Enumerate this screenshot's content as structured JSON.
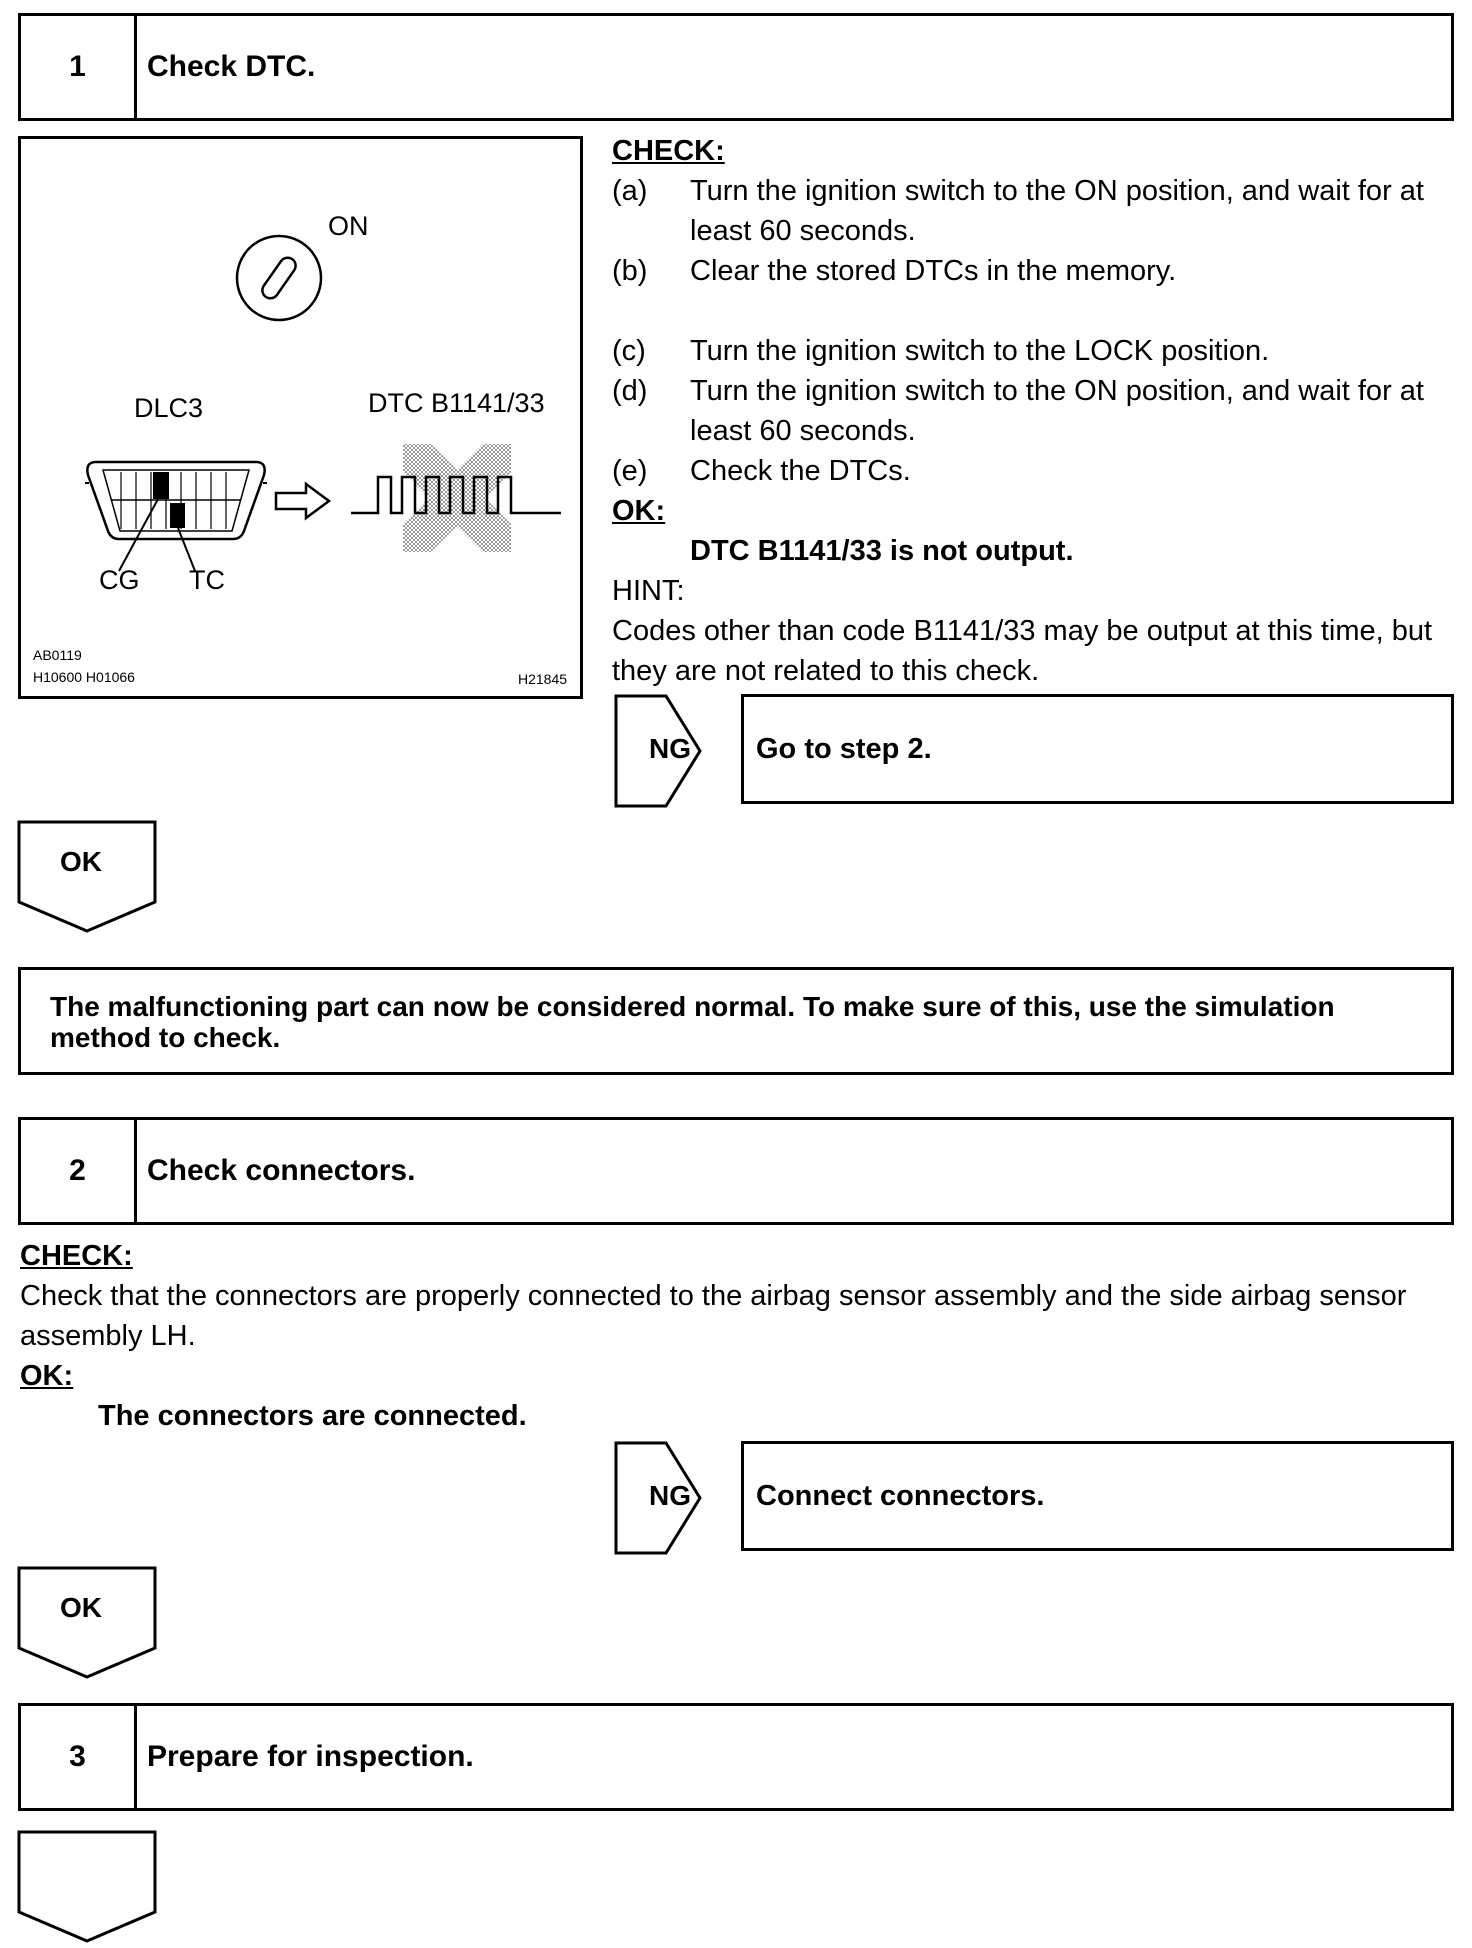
{
  "step1": {
    "number": "1",
    "title": "Check DTC.",
    "figure": {
      "label_on": "ON",
      "label_dlc3": "DLC3",
      "label_dtc": "DTC B1141/33",
      "label_cg": "CG",
      "label_tc": "TC",
      "code_ab": "AB0119",
      "code_h": "H10600  H01066",
      "code_ref": "H21845"
    },
    "check_heading": "CHECK:",
    "items": [
      {
        "label": "(a)",
        "line1": "Turn the ignition switch to the ON position, and wait for at",
        "line2": "least 60 seconds."
      },
      {
        "label": "(b)",
        "line1": "Clear the stored DTCs in the memory."
      },
      {
        "label": "(c)",
        "line1": "Turn the ignition switch to the LOCK position."
      },
      {
        "label": "(d)",
        "line1": "Turn the ignition switch to the ON position, and wait for at",
        "line2": "least 60 seconds."
      },
      {
        "label": "(e)",
        "line1": "Check the DTCs."
      }
    ],
    "ok_heading": "OK:",
    "ok_text": "DTC B1141/33 is not output.",
    "hint_heading": "HINT:",
    "hint_line1": "Codes other than code B1141/33 may be output at this time, but",
    "hint_line2": "they are not related to this check.",
    "ng_label": "NG",
    "ng_result": "Go to step 2.",
    "ok_flow": "OK"
  },
  "note": {
    "line1": "The malfunctioning part can now be considered normal. To make sure of this, use the simulation",
    "line2": "method to check."
  },
  "step2": {
    "number": "2",
    "title": "Check connectors.",
    "check_heading": "CHECK:",
    "check_line1": "Check that the connectors are properly connected to the airbag sensor assembly and the side airbag sensor",
    "check_line2": "assembly LH.",
    "ok_heading": "OK:",
    "ok_text": "The connectors are connected.",
    "ng_label": "NG",
    "ng_result": "Connect connectors.",
    "ok_flow": "OK"
  },
  "step3": {
    "number": "3",
    "title": "Prepare for inspection."
  }
}
